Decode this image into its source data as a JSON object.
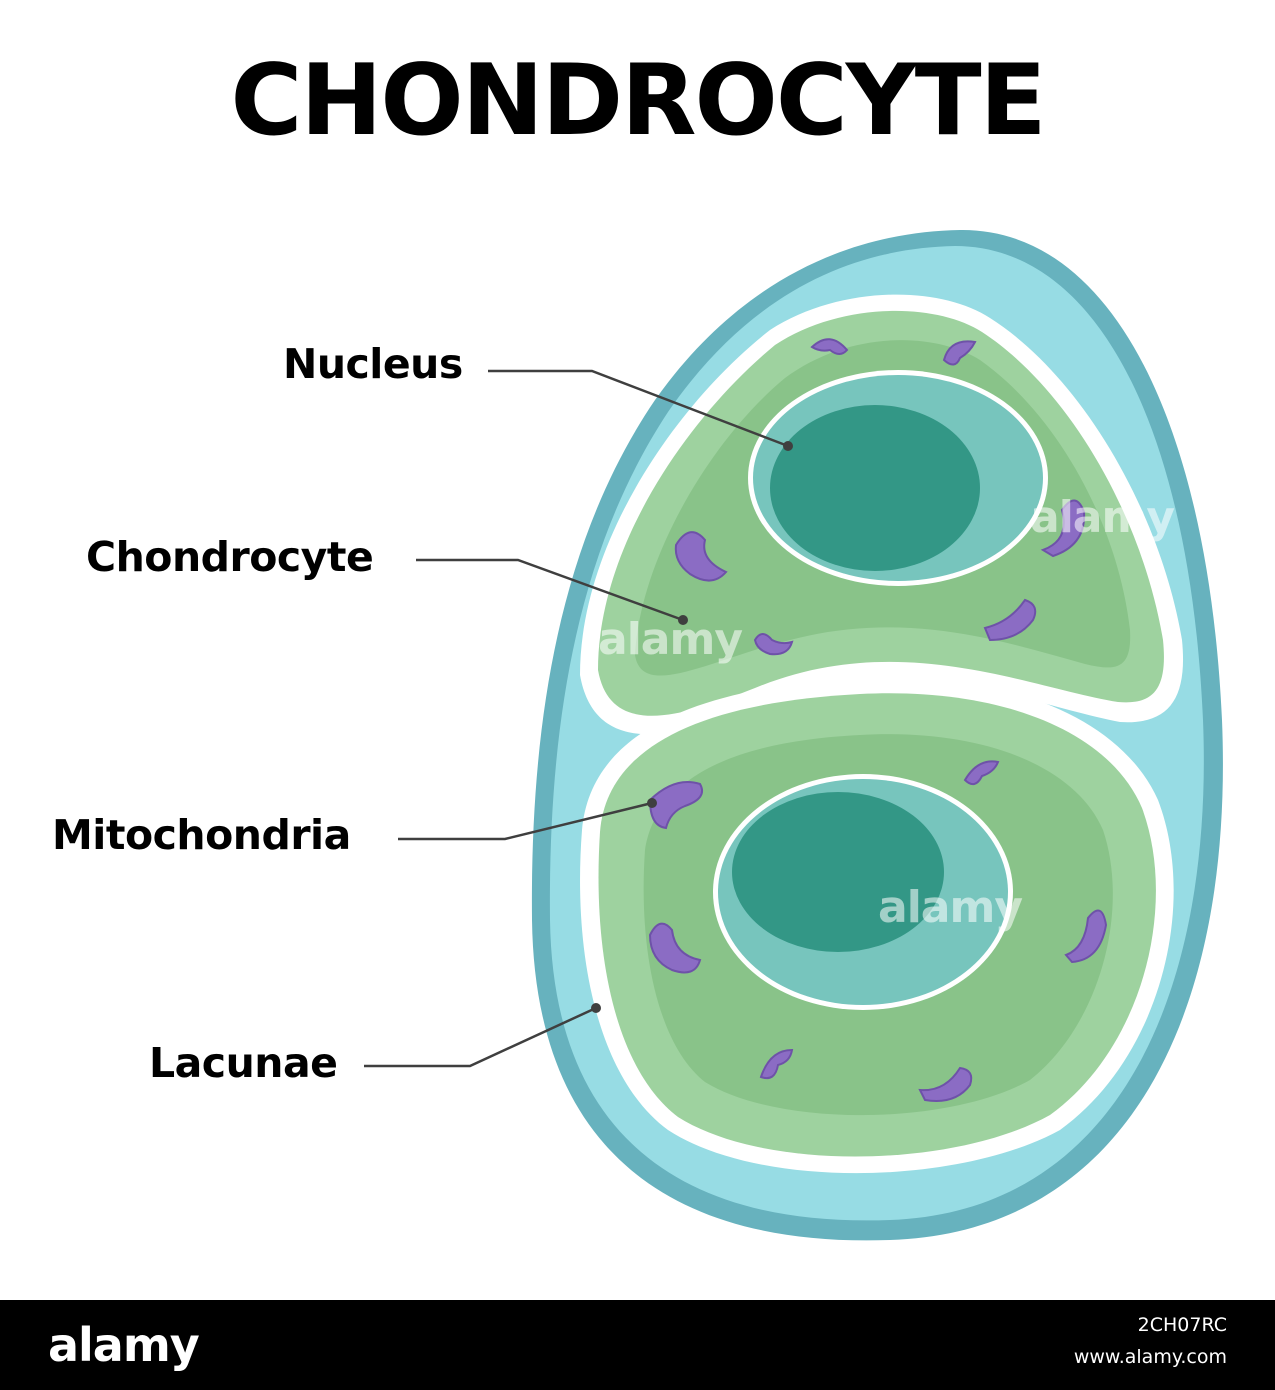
{
  "title": "CHONDROCYTE",
  "labels": {
    "nucleus": "Nucleus",
    "chondrocyte": "Chondrocyte",
    "mitochondria": "Mitochondria",
    "lacunae": "Lacunae"
  },
  "watermark": "alamy",
  "footer": {
    "logo": "alamy",
    "image_id": "2CH07RC",
    "site": "www.alamy.com"
  },
  "colors": {
    "outer_wall": "#67b2be",
    "lacuna_fill": "#97dce4",
    "cell_light": "#9ed29f",
    "cell_dark": "#89c389",
    "nucleus_light": "#77c5bd",
    "nucleus_dark": "#339786",
    "mitochondria": "#8b6cc4",
    "leader_line": "#3f3f3f"
  }
}
